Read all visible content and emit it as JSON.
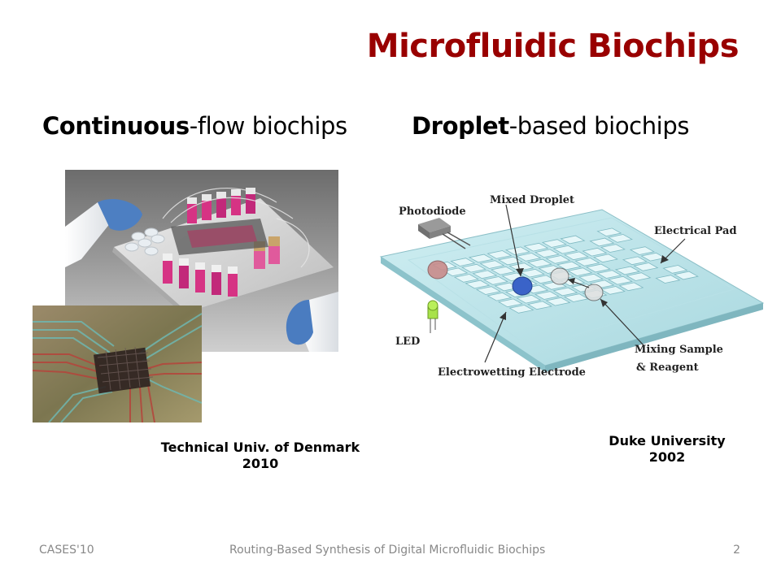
{
  "slide": {
    "title": "Microfluidic Biochips",
    "left_heading": {
      "bold": "Continuous",
      "rest": "-flow  biochips"
    },
    "right_heading": {
      "bold": "Droplet",
      "rest": "-based biochips"
    }
  },
  "left_caption": {
    "line1": "Technical Univ. of Denmark",
    "line2": "2010"
  },
  "right_caption": {
    "line1": "Duke University",
    "line2": "2002"
  },
  "diagram_labels": {
    "photodiode": "Photodiode",
    "mixed_droplet": "Mixed Droplet",
    "electrical_pad": "Electrical Pad",
    "led": "LED",
    "electrowetting_electrode": "Electrowetting Electrode",
    "mixing_sample_line1": "Mixing Sample",
    "mixing_sample_line2": "& Reagent"
  },
  "footer": {
    "left": "CASES'10",
    "center": "Routing-Based Synthesis of Digital Microfluidic Biochips",
    "page": "2"
  },
  "colors": {
    "title": "#990000",
    "footer": "#888888",
    "droplet_red": "#c98b8b",
    "droplet_blue": "#3a63c8"
  }
}
